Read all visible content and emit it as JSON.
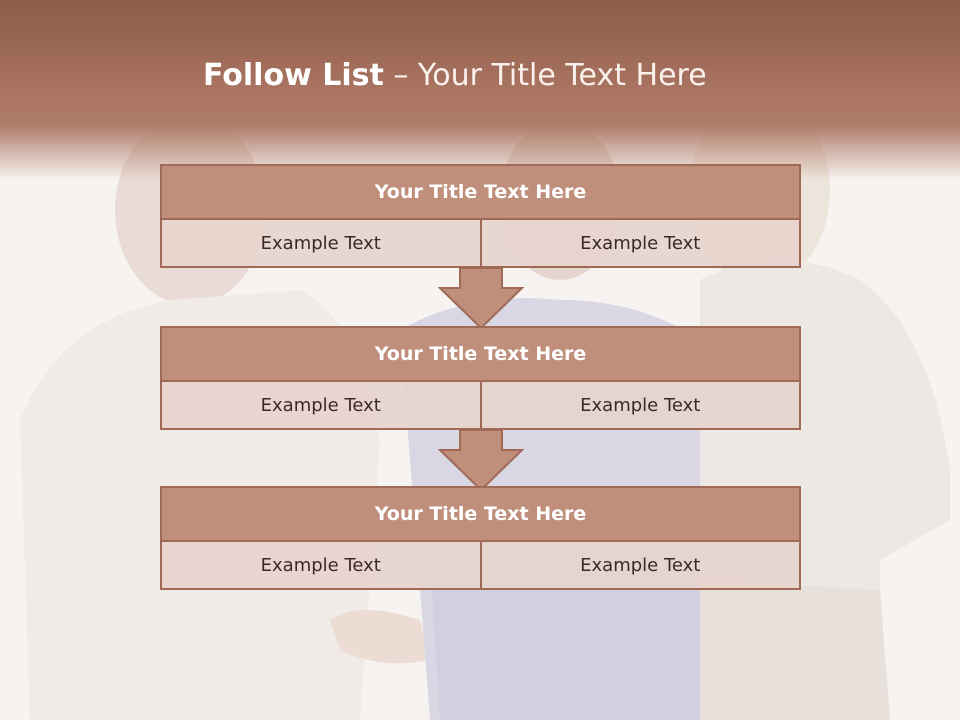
{
  "slide": {
    "title_bold": "Follow List",
    "title_rest": " – Your Title Text Here"
  },
  "blocks": [
    {
      "title": "Your Title Text Here",
      "left": "Example Text",
      "right": "Example Text"
    },
    {
      "title": "Your Title Text Here",
      "left": "Example Text",
      "right": "Example Text"
    },
    {
      "title": "Your Title Text Here",
      "left": "Example Text",
      "right": "Example Text"
    }
  ],
  "colors": {
    "header": "#a46f5c",
    "block_head": "#bf8f7c",
    "block_border": "#a06a56",
    "cell": "#e7d4ce",
    "arrow": "#bf8f7c"
  }
}
